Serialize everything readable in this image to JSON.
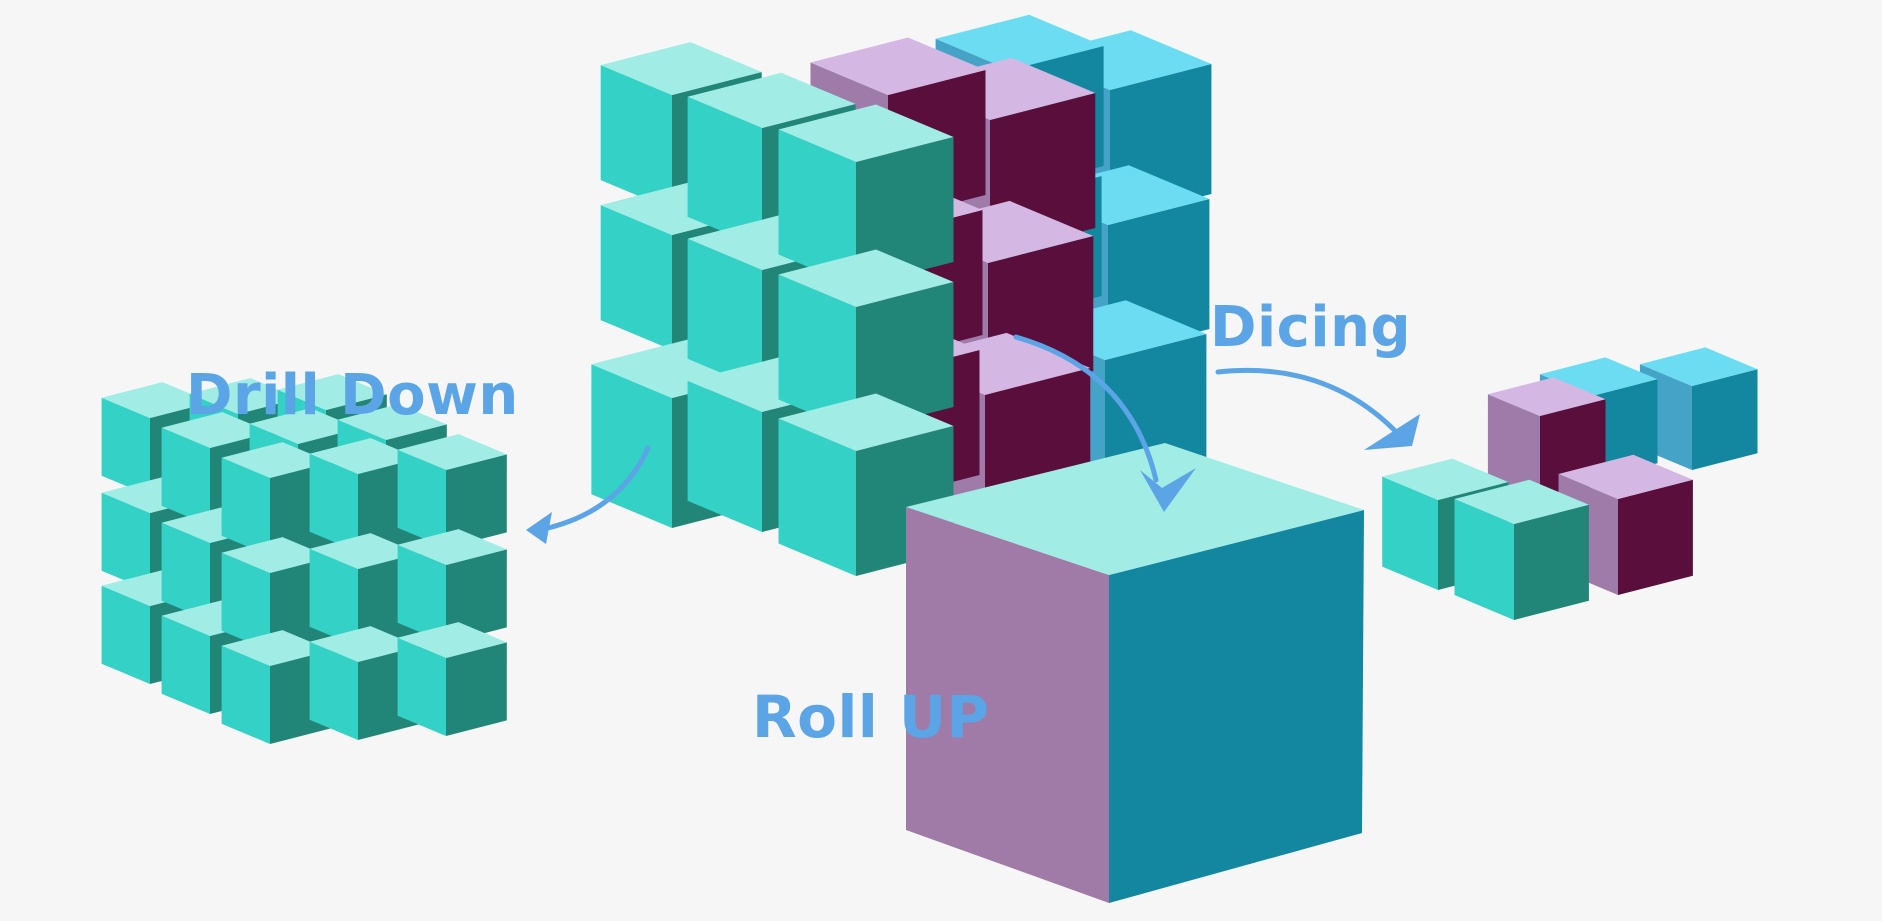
{
  "labels": {
    "drill_down": "Drill Down",
    "dicing": "Dicing",
    "roll_up": "Roll UP"
  },
  "colors": {
    "background": "#f6f6f6",
    "label": "#5ba4e6",
    "arrow": "#5ba4e6",
    "teal": {
      "top": "#a1ede5",
      "front": "#33d1c6",
      "side": "#218577"
    },
    "purple": {
      "top": "#d4b8e3",
      "front": "#9f7ba9",
      "side": "#5a0e3c"
    },
    "blue": {
      "top": "#6bdcf2",
      "front": "#45a3c7",
      "side": "#13879f"
    },
    "big": {
      "top": "#a1ede5",
      "front": "#a07ba8",
      "side": "#13879f"
    }
  },
  "icons": {
    "drill_down_arrow": "curved-arrow-left-icon",
    "roll_up_arrow": "curved-arrow-down-icon",
    "dicing_arrow": "curved-arrow-right-icon"
  }
}
